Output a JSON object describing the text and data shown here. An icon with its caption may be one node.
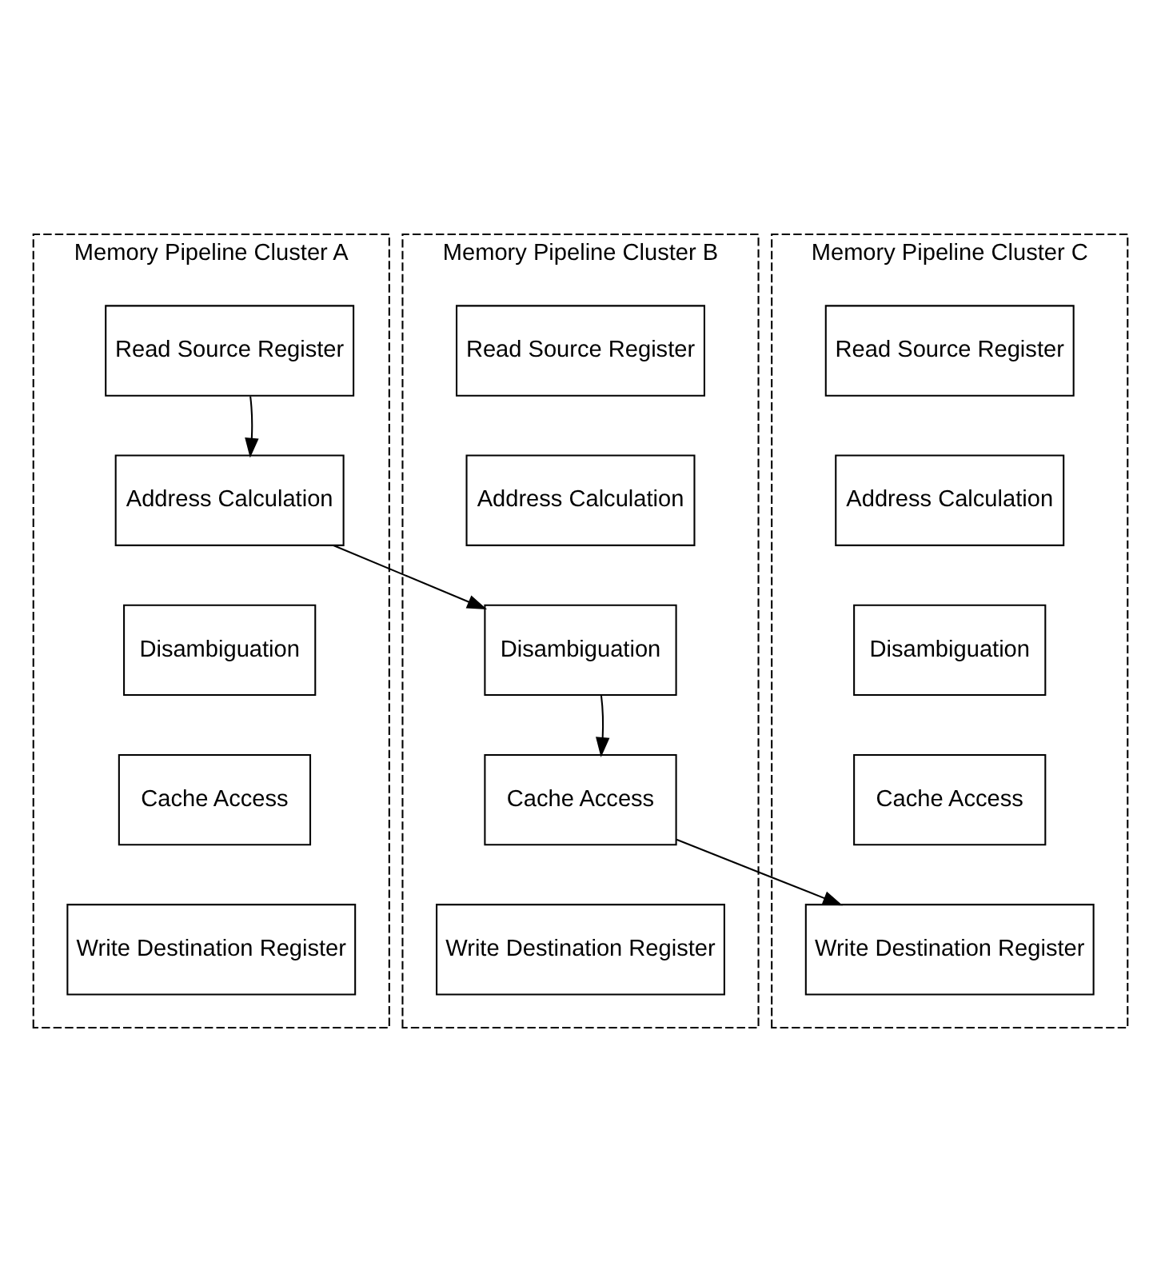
{
  "diagram": {
    "nodes": [
      {
        "text": [
          "Memory Pipeline Cluster A"
        ]
      },
      {
        "text": [
          "Read Source Register"
        ],
        "in": 0
      },
      {
        "text": [
          "Address Calculation"
        ],
        "in": 0
      },
      {
        "text": [
          "Disambiguation"
        ],
        "in": 0
      },
      {
        "text": [
          "Cache Access"
        ],
        "in": 0
      },
      {
        "text": [
          "Write Destination Register"
        ],
        "in": 0
      },
      {
        "text": [
          "Memory Pipeline Cluster B"
        ]
      },
      {
        "text": [
          "Read Source Register"
        ],
        "in": 6
      },
      {
        "text": [
          "Address Calculation"
        ],
        "in": 6
      },
      {
        "text": [
          "Disambiguation"
        ],
        "in": 6
      },
      {
        "text": [
          "Cache Access"
        ],
        "in": 6
      },
      {
        "text": [
          "Write Destination Register"
        ],
        "in": 6
      },
      {
        "text": [
          "Memory Pipeline Cluster C"
        ]
      },
      {
        "text": [
          "Read Source Register"
        ],
        "in": 12
      },
      {
        "text": [
          "Address Calculation"
        ],
        "in": 12
      },
      {
        "text": [
          "Disambiguation"
        ],
        "in": 12
      },
      {
        "text": [
          "Cache Access"
        ],
        "in": 12
      },
      {
        "text": [
          "Write Destination Register"
        ],
        "in": 12
      }
    ],
    "edges": [
      {
        "from": 1,
        "to": 2,
        "arrow": "to"
      },
      {
        "from": 2,
        "to": 9,
        "arrow": "to"
      },
      {
        "from": 9,
        "to": 10,
        "arrow": "to"
      },
      {
        "from": 10,
        "to": 17,
        "arrow": "to"
      }
    ]
  }
}
